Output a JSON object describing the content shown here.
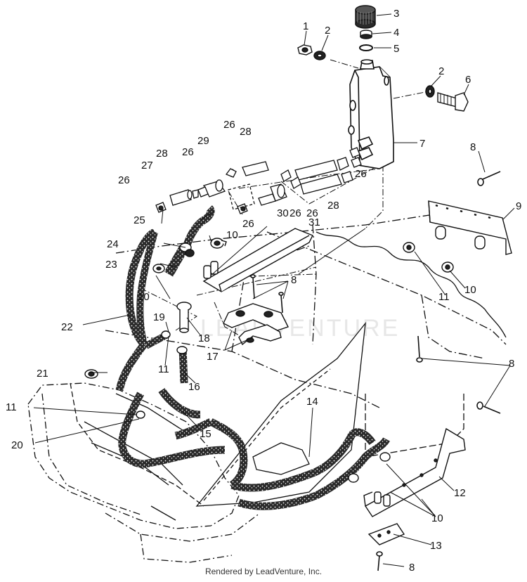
{
  "diagram": {
    "callouts": [
      "1",
      "2",
      "3",
      "4",
      "5",
      "2",
      "6",
      "7",
      "8",
      "9",
      "26",
      "28",
      "29",
      "26",
      "28",
      "27",
      "26",
      "26",
      "26",
      "30",
      "26",
      "28",
      "26",
      "25",
      "10",
      "31",
      "24",
      "23",
      "10",
      "8",
      "22",
      "19",
      "18",
      "11",
      "17",
      "21",
      "16",
      "11",
      "20",
      "15",
      "14",
      "8",
      "12",
      "10",
      "13",
      "8",
      "11",
      "10"
    ],
    "watermark": "LEADVENTURE"
  },
  "footer": {
    "text": "Rendered by LeadVenture, Inc."
  }
}
